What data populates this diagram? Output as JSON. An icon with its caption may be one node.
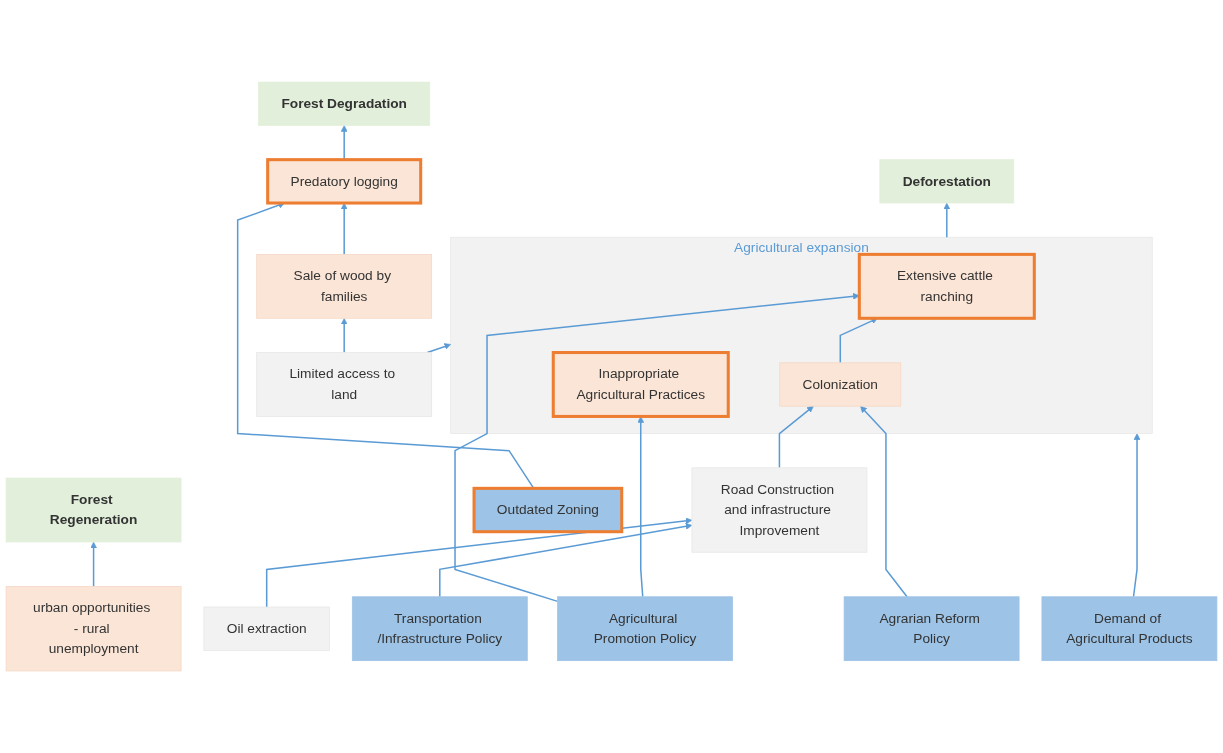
{
  "diagram": {
    "nodes": [
      {
        "text": [
          "Deforestation"
        ]
      },
      {
        "text": [
          "Forest Degradation"
        ]
      },
      {
        "text": [
          "Forest Regeneration"
        ]
      },
      {
        "text": [
          "Agricultural expansion"
        ]
      },
      {
        "text": [
          "Extensive cattle ranching"
        ],
        "in": 3
      },
      {
        "text": [
          "Inappropriate Agricultural Practices"
        ],
        "in": 3
      },
      {
        "text": [
          "Colonization"
        ],
        "in": 3
      },
      {
        "text": [
          "Predatory logging"
        ]
      },
      {
        "text": [
          "urban opportunities - rural unemployment"
        ]
      },
      {
        "text": [
          "Sale of wood by families"
        ]
      },
      {
        "text": [
          "Oil extraction"
        ]
      },
      {
        "text": [
          "Road Construction and infrastructure Improvement"
        ]
      },
      {
        "text": [
          "Limited access to land"
        ]
      },
      {
        "text": [
          "Demand of Agricultural Products"
        ]
      },
      {
        "text": [
          "Agrarian Reform Policy"
        ]
      },
      {
        "text": [
          "Agricultural Promotion Policy"
        ]
      },
      {
        "text": [
          "Transportation /Infrastructure Policy"
        ]
      },
      {
        "text": [
          "Outdated Zoning"
        ]
      }
    ],
    "edges": [
      {
        "from": 3,
        "to": 0,
        "arrow": "to"
      },
      {
        "from": 7,
        "to": 1,
        "arrow": "to"
      },
      {
        "from": 8,
        "to": 2,
        "arrow": "to"
      },
      {
        "from": 6,
        "to": 4,
        "arrow": "to"
      },
      {
        "from": 9,
        "to": 7,
        "arrow": "to"
      },
      {
        "from": 17,
        "to": 7,
        "arrow": "to"
      },
      {
        "from": 12,
        "to": 9,
        "arrow": "to"
      },
      {
        "from": 12,
        "to": 3,
        "arrow": "to"
      },
      {
        "from": 10,
        "to": 11,
        "arrow": "to"
      },
      {
        "from": 11,
        "to": 6,
        "arrow": "to"
      },
      {
        "from": 14,
        "to": 6,
        "arrow": "to"
      },
      {
        "from": 13,
        "to": 3,
        "arrow": "to"
      },
      {
        "from": 15,
        "to": 4,
        "arrow": "to"
      },
      {
        "from": 15,
        "to": 5,
        "arrow": "to"
      },
      {
        "from": 16,
        "to": 11,
        "arrow": "to"
      }
    ]
  }
}
